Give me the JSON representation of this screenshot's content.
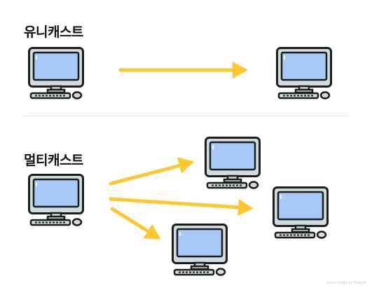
{
  "sections": {
    "unicast": {
      "title": "유니캐스트"
    },
    "multicast": {
      "title": "멀티캐스트"
    }
  },
  "credit": "Icons made by Freepik",
  "colors": {
    "arrow": "#fdc82f",
    "screen": "#a8c8f8",
    "monitor": "#cfdbe0",
    "outline": "#1d1d1b",
    "background": "#ffffff"
  },
  "icons": {
    "computer": "desktop-computer-icon",
    "arrow": "arrow-right-icon"
  }
}
